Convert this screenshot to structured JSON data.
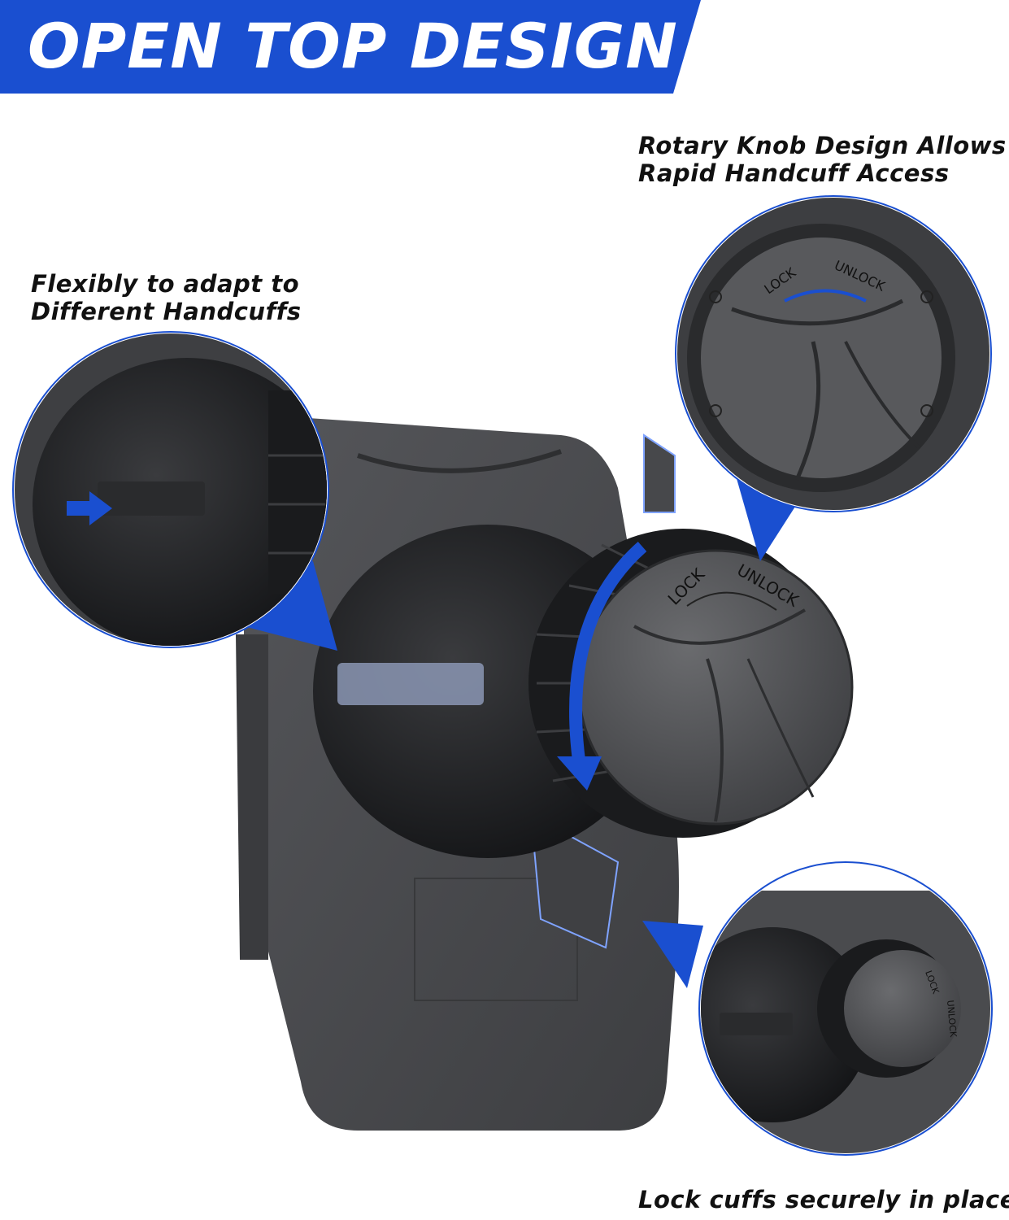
{
  "banner": {
    "title": "OPEN TOP DESIGN",
    "color": "#1a4fd0"
  },
  "captions": {
    "rotary_line1": "Rotary Knob Design Allows",
    "rotary_line2": "Rapid Handcuff Access",
    "flex_line1": "Flexibly to adapt to",
    "flex_line2": "Different Handcuffs",
    "lock": "Lock cuffs securely in place"
  },
  "knob": {
    "lock_label": "LOCK",
    "unlock_label": "UNLOCK"
  },
  "colors": {
    "accent": "#1a4fd0",
    "body": "#4a4b4e",
    "dark": "#1e1f21"
  }
}
